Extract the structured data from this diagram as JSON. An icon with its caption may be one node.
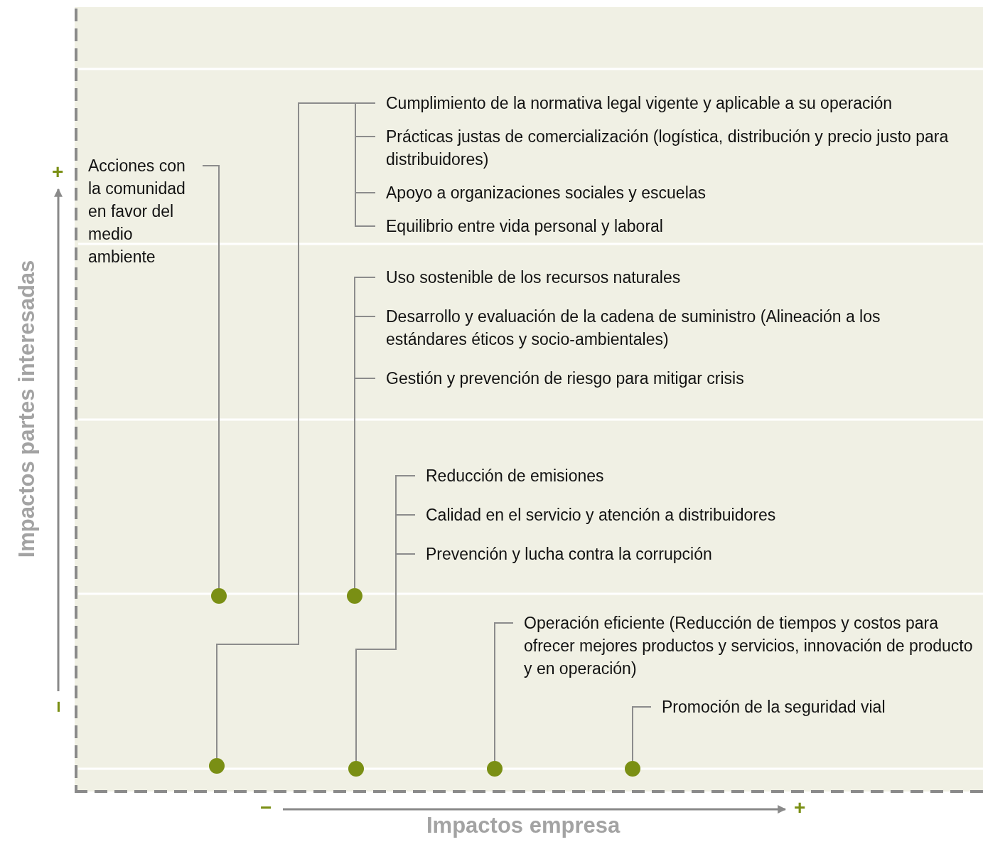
{
  "diagram": {
    "nodes": [
      {
        "text": [
          "Acciones con la comunidad en favor del medio ambiente"
        ]
      },
      {
        "text": [
          "Cumplimiento de la normativa legal vigente y aplicable a su operación"
        ]
      },
      {
        "text": [
          "Prácticas justas de comercialización (logística, distribución y precio justo para distribuidores)"
        ]
      },
      {
        "text": [
          "Apoyo a organizaciones sociales y escuelas"
        ]
      },
      {
        "text": [
          "Equilibrio entre vida personal y laboral"
        ]
      },
      {
        "text": [
          "Uso sostenible de los recursos naturales"
        ]
      },
      {
        "text": [
          "Desarrollo y evaluación de la cadena de suministro (Alineación a los estándares éticos y socio-ambientales)"
        ]
      },
      {
        "text": [
          "Gestión y prevención de riesgo para mitigar crisis"
        ]
      },
      {
        "text": [
          "Reducción de emisiones"
        ]
      },
      {
        "text": [
          "Calidad en el servicio y atención a distribuidores"
        ]
      },
      {
        "text": [
          "Prevención y lucha contra la corrupción"
        ]
      },
      {
        "text": [
          "Operación eficiente (Reducción de tiempos y costos para ofrecer mejores productos y servicios, innovación de producto y en operación)"
        ]
      },
      {
        "text": [
          "Promoción de la seguridad vial"
        ]
      },
      {
        "text": [],
        "shape": "circle"
      },
      {
        "text": [],
        "shape": "circle"
      },
      {
        "text": [],
        "shape": "circle"
      },
      {
        "text": [],
        "shape": "circle"
      },
      {
        "text": [],
        "shape": "circle"
      },
      {
        "text": [],
        "shape": "circle"
      }
    ],
    "edges": [
      {
        "from": 13,
        "to": 0,
        "arrow": "none"
      },
      {
        "from": 15,
        "to": 1,
        "arrow": "none"
      },
      {
        "from": 15,
        "to": 2,
        "arrow": "none"
      },
      {
        "from": 15,
        "to": 3,
        "arrow": "none"
      },
      {
        "from": 15,
        "to": 4,
        "arrow": "none"
      },
      {
        "from": 14,
        "to": 5,
        "arrow": "none"
      },
      {
        "from": 14,
        "to": 6,
        "arrow": "none"
      },
      {
        "from": 14,
        "to": 7,
        "arrow": "none"
      },
      {
        "from": 16,
        "to": 8,
        "arrow": "none"
      },
      {
        "from": 16,
        "to": 9,
        "arrow": "none"
      },
      {
        "from": 16,
        "to": 10,
        "arrow": "none"
      },
      {
        "from": 17,
        "to": 11,
        "arrow": "none"
      },
      {
        "from": 18,
        "to": 12,
        "arrow": "none"
      }
    ],
    "labels": [
      "+",
      "Impactos partes interesadas",
      "−",
      "−",
      "+",
      "Impactos empresa"
    ]
  }
}
